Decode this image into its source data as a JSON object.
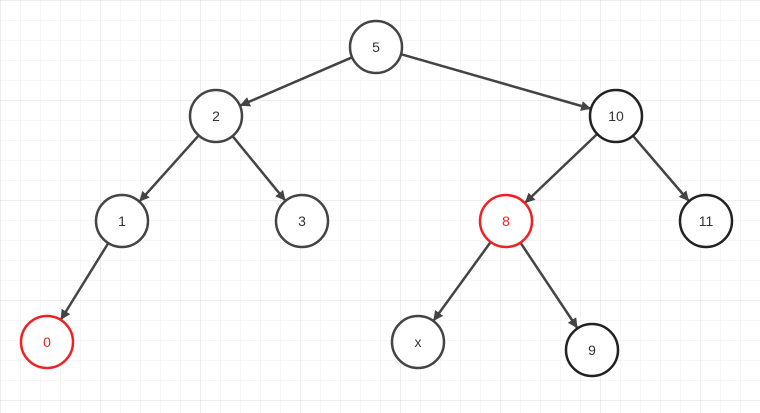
{
  "diagram": {
    "type": "binary-tree",
    "nodes": [
      {
        "id": "n5",
        "label": "5",
        "color": "#444444"
      },
      {
        "id": "n2",
        "label": "2",
        "color": "#444444"
      },
      {
        "id": "n10",
        "label": "10",
        "color": "#222222"
      },
      {
        "id": "n1",
        "label": "1",
        "color": "#444444"
      },
      {
        "id": "n3",
        "label": "3",
        "color": "#444444"
      },
      {
        "id": "n8",
        "label": "8",
        "color": "#ee2222"
      },
      {
        "id": "n11",
        "label": "11",
        "color": "#222222"
      },
      {
        "id": "n0",
        "label": "0",
        "color": "#ee2222"
      },
      {
        "id": "nx",
        "label": "x",
        "color": "#444444"
      },
      {
        "id": "n9",
        "label": "9",
        "color": "#222222"
      }
    ],
    "edges": [
      {
        "from": "n5",
        "to": "n2"
      },
      {
        "from": "n5",
        "to": "n10"
      },
      {
        "from": "n2",
        "to": "n1"
      },
      {
        "from": "n2",
        "to": "n3"
      },
      {
        "from": "n1",
        "to": "n0"
      },
      {
        "from": "n10",
        "to": "n8"
      },
      {
        "from": "n10",
        "to": "n11"
      },
      {
        "from": "n8",
        "to": "nx"
      },
      {
        "from": "n8",
        "to": "n9"
      }
    ],
    "colors": {
      "background": "#ffffff",
      "grid": "#e6e6e6",
      "edge": "#444444",
      "highlight": "#ee2222"
    }
  }
}
